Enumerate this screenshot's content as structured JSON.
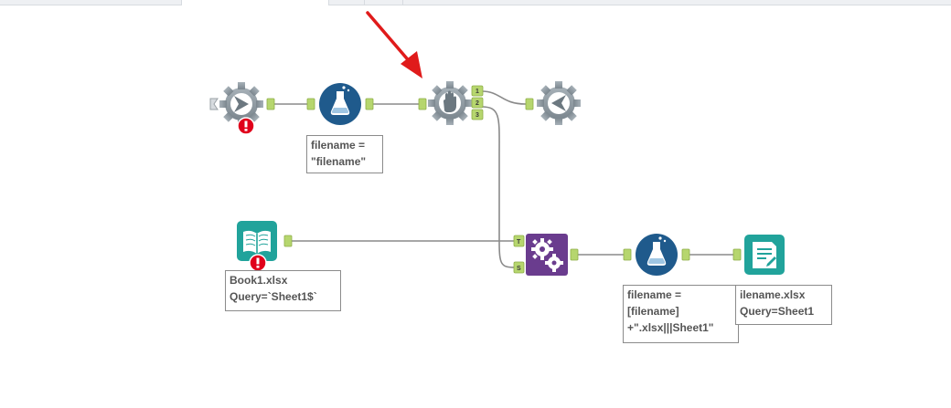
{
  "tabs": [],
  "annotations": {
    "formula1": "filename =\n\"filename\"",
    "input": "Book1.xlsx\nQuery=`Sheet1$`",
    "formula2": "filename =\n[filename]\n+\".xlsx|||Sheet1\"",
    "output": "ilename.xlsx\nQuery=Sheet1"
  },
  "anchors": {
    "control_outputs": [
      "1",
      "2",
      "3"
    ],
    "batch_inputs": [
      "T",
      "S"
    ]
  },
  "icons": {
    "control_param_in": "control-parameter-icon",
    "formula1": "formula-flask-icon",
    "control_container": "hand-stop-icon",
    "control_param_out": "control-parameter-output-icon",
    "input_data": "open-book-icon",
    "batch_macro": "batch-macro-gears-icon",
    "formula2": "formula-flask-icon",
    "output_data": "output-file-icon",
    "error_badge": "error-exclamation-icon",
    "pointer_arrow": "red-arrow-icon"
  },
  "colors": {
    "tool_gray": "#8e9aa3",
    "formula_blue": "#1f5a8c",
    "io_teal": "#21a39b",
    "macro_purple": "#6a3c8e",
    "anchor_green": "#b6d66e",
    "error_red": "#e0001b",
    "arrow_red": "#e01b1b"
  }
}
